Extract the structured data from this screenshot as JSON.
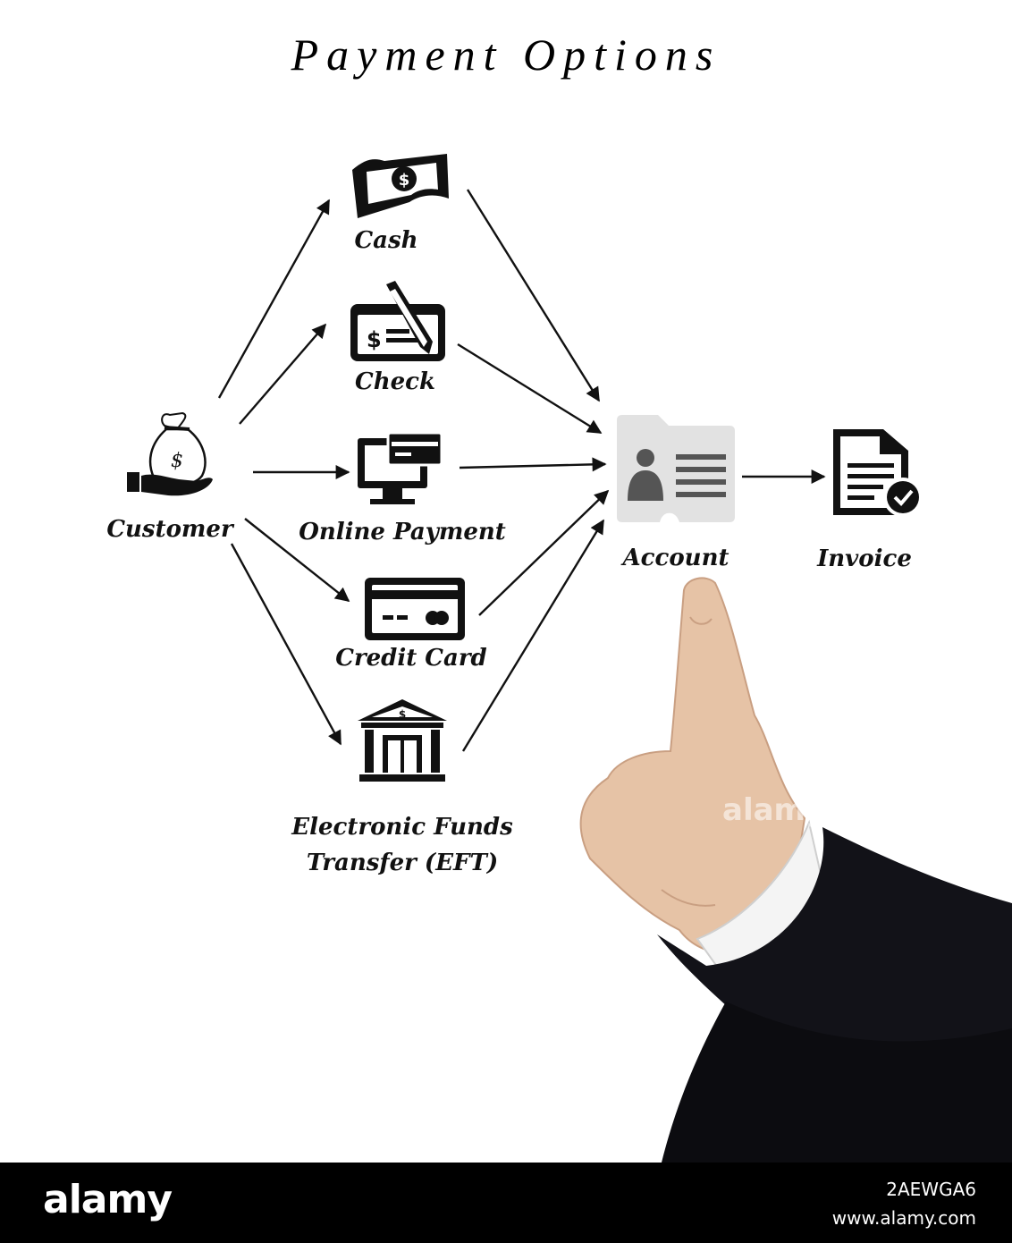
{
  "title": "Payment Options",
  "nodes": {
    "customer": "Customer",
    "cash": "Cash",
    "check": "Check",
    "online_payment": "Online Payment",
    "credit_card": "Credit Card",
    "eft_line1": "Electronic Funds",
    "eft_line2": "Transfer (EFT)",
    "account": "Account",
    "invoice": "Invoice"
  },
  "icons": {
    "customer": "money-bag-in-hand-icon",
    "cash": "banknote-icon",
    "check": "check-with-pen-icon",
    "online_payment": "computer-card-icon",
    "credit_card": "credit-card-icon",
    "eft": "bank-building-icon",
    "account": "id-card-folder-icon",
    "invoice": "document-checkmark-icon"
  },
  "colors": {
    "ink": "#111111",
    "account_card": "#e2e2e2",
    "account_icon": "#555555",
    "footer": "#000000"
  },
  "footer": {
    "brand": "alamy",
    "image_id": "2AEWGA6",
    "site": "www.alamy.com"
  },
  "watermark": "alamy"
}
